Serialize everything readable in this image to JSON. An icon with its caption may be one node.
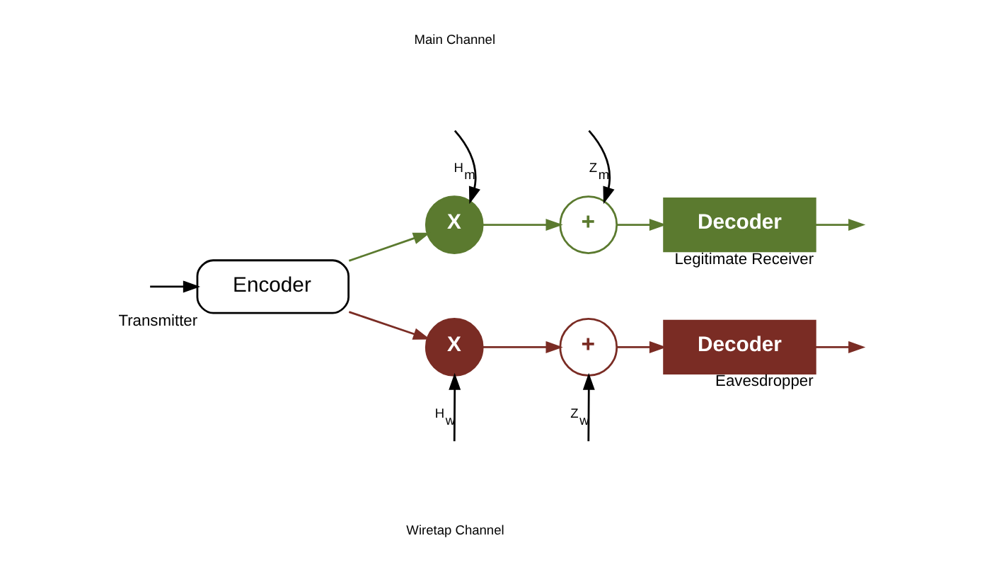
{
  "diagram": {
    "nodes": [
      {
        "text": [
          "Encoder"
        ],
        "beside": [
          "Transmitter"
        ]
      },
      {
        "text": [
          "X"
        ]
      },
      {
        "text": [
          "+"
        ]
      },
      {
        "text": [
          "Decoder"
        ],
        "beside": [
          "Legitimate Receiver"
        ]
      },
      {
        "text": [
          "X"
        ]
      },
      {
        "text": [
          "+"
        ]
      },
      {
        "text": [
          "Decoder"
        ],
        "beside": [
          "Eavesdropper"
        ]
      }
    ],
    "edges": [
      {
        "from": null,
        "to": 0,
        "arrow": "to"
      },
      {
        "from": 0,
        "to": 1,
        "arrow": "to",
        "color": "#5b7a2f"
      },
      {
        "from": 1,
        "to": 2,
        "arrow": "to",
        "color": "#5b7a2f"
      },
      {
        "from": 2,
        "to": 3,
        "arrow": "to",
        "color": "#5b7a2f"
      },
      {
        "from": 3,
        "to": null,
        "arrow": "to",
        "color": "#5b7a2f"
      },
      {
        "from": 0,
        "to": 4,
        "arrow": "to",
        "color": "#7a2c24"
      },
      {
        "from": 4,
        "to": 5,
        "arrow": "to",
        "color": "#7a2c24"
      },
      {
        "from": 5,
        "to": 6,
        "arrow": "to",
        "color": "#7a2c24"
      },
      {
        "from": 6,
        "to": null,
        "arrow": "to",
        "color": "#7a2c24"
      },
      {
        "from": null,
        "to": 1,
        "arrow": "to",
        "label": "H$_{m}$"
      },
      {
        "from": null,
        "to": 2,
        "arrow": "to",
        "label": "Z$_{m}$"
      },
      {
        "from": null,
        "to": 4,
        "arrow": "to",
        "label": "H$_{w}$"
      },
      {
        "from": null,
        "to": 5,
        "arrow": "to",
        "label": "Z$_{w}$"
      }
    ],
    "labels": [
      "Main Channel",
      "Wiretap Channel"
    ]
  }
}
